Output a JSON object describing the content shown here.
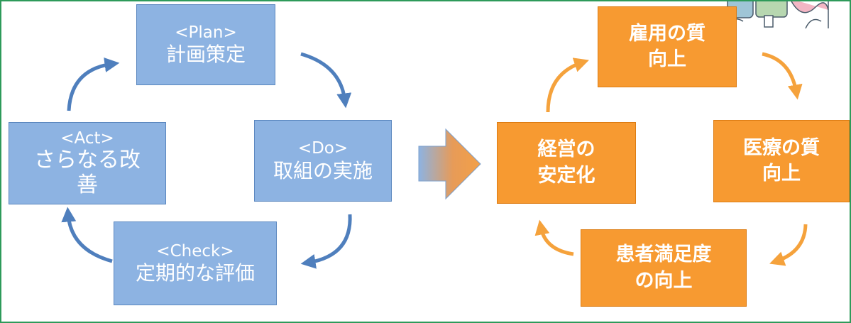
{
  "pdca": {
    "plan": {
      "title": "<Plan>",
      "body": "計画策定"
    },
    "do": {
      "title": "<Do>",
      "body": "取組の実施"
    },
    "check": {
      "title": "<Check>",
      "body": "定期的な評価"
    },
    "act": {
      "title": "<Act>",
      "body_line1": "さらなる改",
      "body_line2": "善"
    }
  },
  "outcomes": {
    "employment": {
      "line1": "雇用の質",
      "line2": "向上"
    },
    "medical": {
      "line1": "医療の質",
      "line2": "向上"
    },
    "patient": {
      "line1": "患者満足度",
      "line2": "の向上"
    },
    "management": {
      "line1": "経営の",
      "line2": "安定化"
    }
  },
  "colors": {
    "pdca_box": "#8db3e2",
    "pdca_arrow": "#4f7fbd",
    "outcome_box": "#f79a31",
    "outcome_arrow": "#f5a23c",
    "frame": "#2e9a5a"
  }
}
